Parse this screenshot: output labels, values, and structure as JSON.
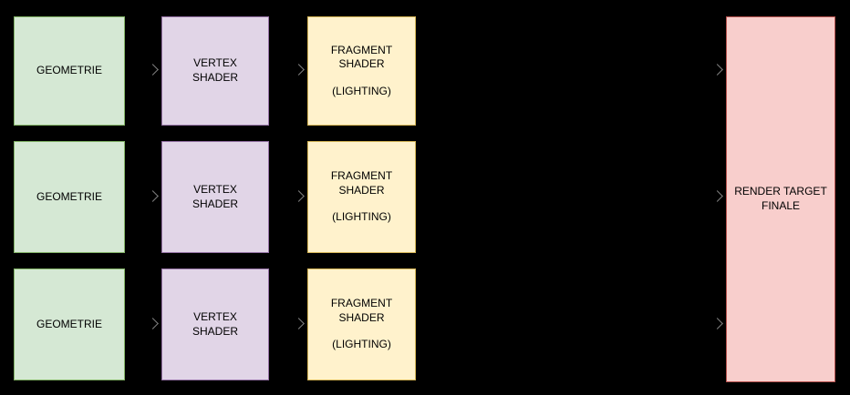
{
  "canvas": {
    "background": "#000000"
  },
  "colors": {
    "geometry_fill": "#d5e8d4",
    "geometry_stroke": "#82b366",
    "vertex_fill": "#e1d5e7",
    "vertex_stroke": "#9673a6",
    "fragment_fill": "#fff2cc",
    "fragment_stroke": "#d6b656",
    "target_fill": "#f8cecc",
    "target_stroke": "#b85450",
    "arrow": "#7f7f7f",
    "text": "#000000"
  },
  "rows": [
    {
      "geometry_label": "GEOMETRIE",
      "vertex_label": "VERTEX SHADER",
      "fragment_label_line1": "FRAGMENT SHADER",
      "fragment_label_line2": "(LIGHTING)"
    },
    {
      "geometry_label": "GEOMETRIE",
      "vertex_label": "VERTEX SHADER",
      "fragment_label_line1": "FRAGMENT SHADER",
      "fragment_label_line2": "(LIGHTING)"
    },
    {
      "geometry_label": "GEOMETRIE",
      "vertex_label": "VERTEX SHADER",
      "fragment_label_line1": "FRAGMENT SHADER",
      "fragment_label_line2": "(LIGHTING)"
    }
  ],
  "target_label": "RENDER TARGET FINALE"
}
